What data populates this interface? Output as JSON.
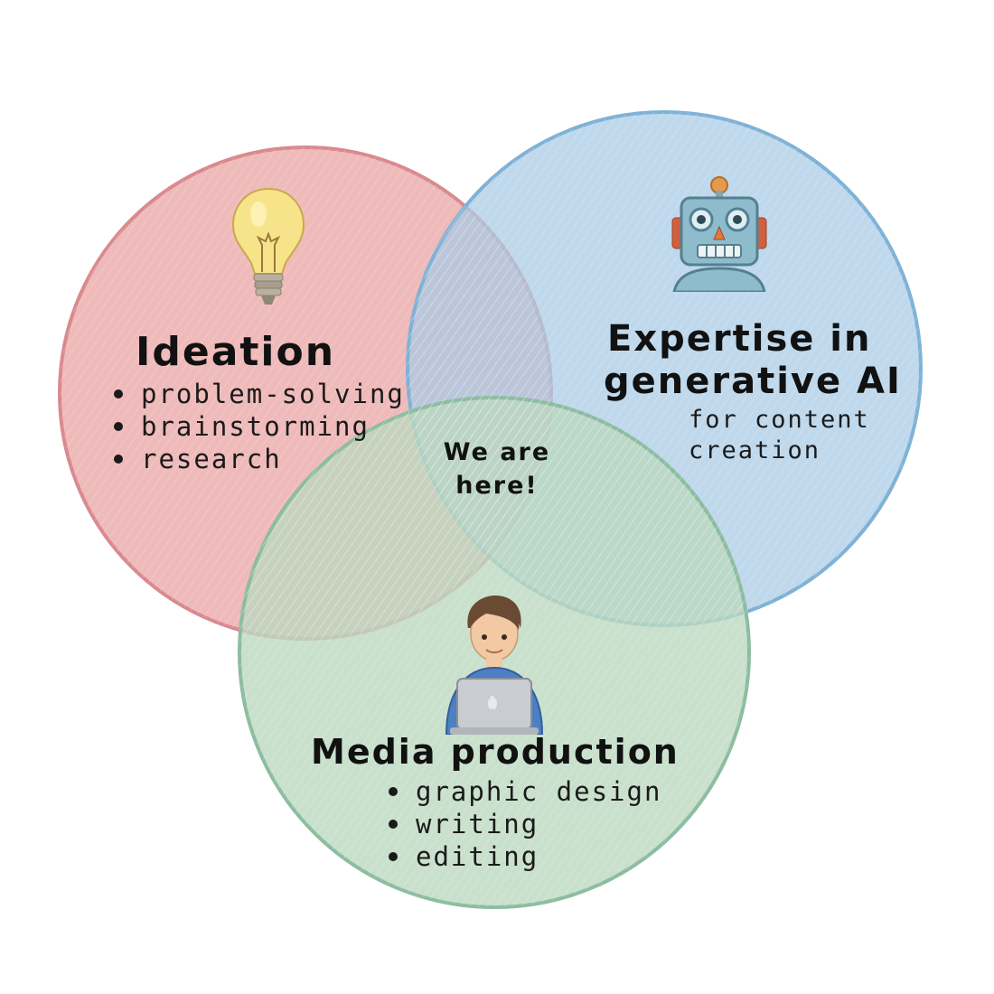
{
  "circles": [
    {
      "id": "ideation",
      "color": "#e9a3a3",
      "stroke": "#d98a8f"
    },
    {
      "id": "ai",
      "color": "#a9cbe6",
      "stroke": "#7fb2d6"
    },
    {
      "id": "media",
      "color": "#bcd8bf",
      "stroke": "#8cbda0"
    }
  ],
  "ideation": {
    "title": "Ideation",
    "items": [
      "problem-solving",
      "brainstorming",
      "research"
    ],
    "icon": "lightbulb-icon"
  },
  "ai": {
    "title_line1": "Expertise in",
    "title_line2": "generative AI",
    "subtitle_line1": "for content",
    "subtitle_line2": "creation",
    "icon": "robot-icon"
  },
  "media": {
    "title": "Media production",
    "items": [
      "graphic design",
      "writing",
      "editing"
    ],
    "icon": "person-laptop-icon"
  },
  "center": {
    "line1": "We are",
    "line2": "here!"
  }
}
